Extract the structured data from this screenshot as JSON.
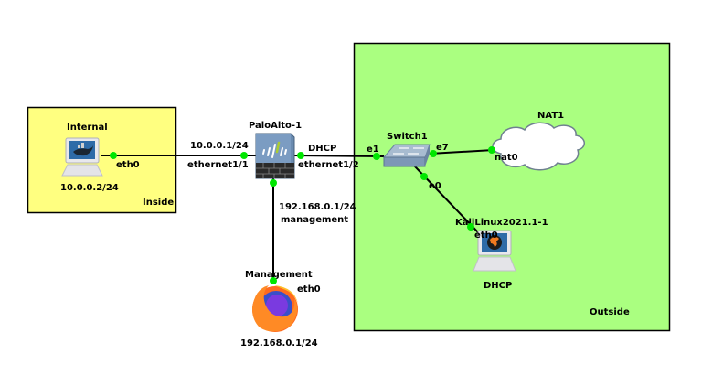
{
  "colors": {
    "inside_zone": "#ffff80",
    "outside_zone": "#aaff80",
    "link_dot": "#00e600",
    "link": "#000000"
  },
  "zones": {
    "inside": {
      "label": "Inside"
    },
    "outside": {
      "label": "Outside"
    }
  },
  "nodes": {
    "internal": {
      "name": "Internal",
      "ip": "10.0.0.2/24",
      "iface": "eth0",
      "icon": "docker-laptop-icon"
    },
    "paloalto": {
      "name": "PaloAlto-1",
      "icon": "firewall-icon",
      "ifaces": {
        "left": {
          "name": "ethernet1/1",
          "ip": "10.0.0.1/24"
        },
        "right": {
          "name": "ethernet1/2",
          "ip": "DHCP"
        },
        "bottom": {
          "name": "management",
          "ip": "192.168.0.1/24"
        }
      }
    },
    "switch": {
      "name": "Switch1",
      "icon": "switch-icon",
      "ports": {
        "left": "e1",
        "right": "e7",
        "bottom": "e0"
      }
    },
    "nat": {
      "name": "NAT1",
      "iface": "nat0",
      "icon": "cloud-icon"
    },
    "kali": {
      "name": "KaliLinux2021.1-1",
      "iface": "eth0",
      "ip": "DHCP",
      "icon": "kali-laptop-icon"
    },
    "management": {
      "name": "Management",
      "iface": "eth0",
      "ip": "192.168.0.1/24",
      "icon": "firefox-icon"
    }
  }
}
